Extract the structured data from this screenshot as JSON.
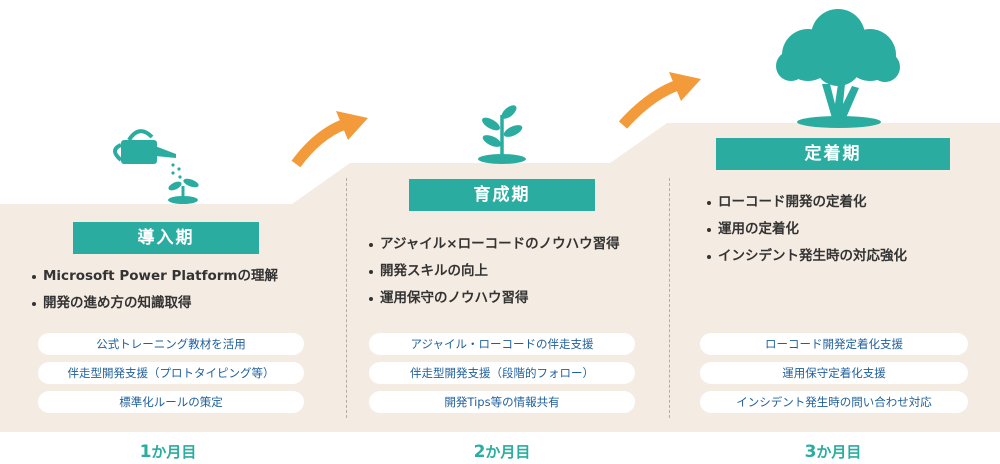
{
  "colors": {
    "panel": "#f4ebe2",
    "accent": "#2aada0",
    "arrow": "#f39a3a",
    "pill_text": "#1f5f9c"
  },
  "stages": [
    {
      "title": "導入期",
      "icon": "watering-can-sprout-icon",
      "bullets": [
        "Microsoft Power Platformの理解",
        "開発の進め方の知識取得"
      ],
      "supports": [
        "公式トレーニング教材を活用",
        "伴走型開発支援（プロトタイピング等）",
        "標準化ルールの策定"
      ],
      "month_num": "1",
      "month_unit": "か月目"
    },
    {
      "title": "育成期",
      "icon": "seedling-icon",
      "bullets": [
        "アジャイル×ローコードのノウハウ習得",
        "開発スキルの向上",
        "運用保守のノウハウ習得"
      ],
      "supports": [
        "アジャイル・ローコードの伴走支援",
        "伴走型開発支援（段階的フォロー）",
        "開発Tips等の情報共有"
      ],
      "month_num": "2",
      "month_unit": "か月目"
    },
    {
      "title": "定着期",
      "icon": "tree-icon",
      "bullets": [
        "ローコード開発の定着化",
        "運用の定着化",
        "インシデント発生時の対応強化"
      ],
      "supports": [
        "ローコード開発定着化支援",
        "運用保守定着化支援",
        "インシデント発生時の問い合わせ対応"
      ],
      "month_num": "3",
      "month_unit": "か月目"
    }
  ]
}
